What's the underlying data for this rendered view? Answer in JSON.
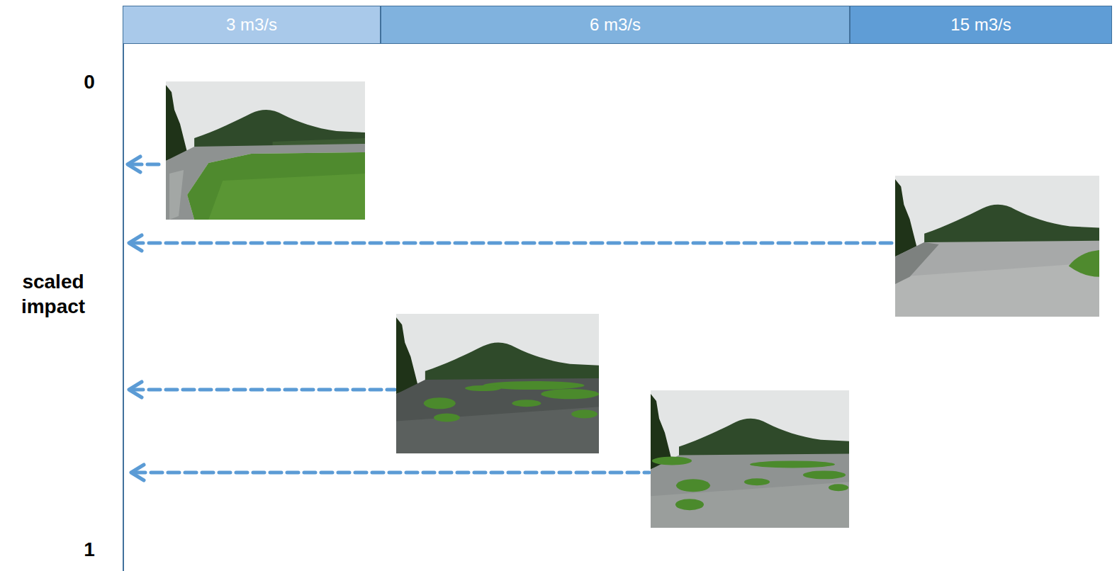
{
  "diagram": {
    "nodes": [
      {
        "text": [
          "3 m3/s"
        ]
      },
      {
        "text": [
          "6 m3/s"
        ]
      },
      {
        "text": [
          "15 m3/s"
        ]
      }
    ],
    "labels": [
      "0",
      "scaled impact",
      "1"
    ]
  }
}
